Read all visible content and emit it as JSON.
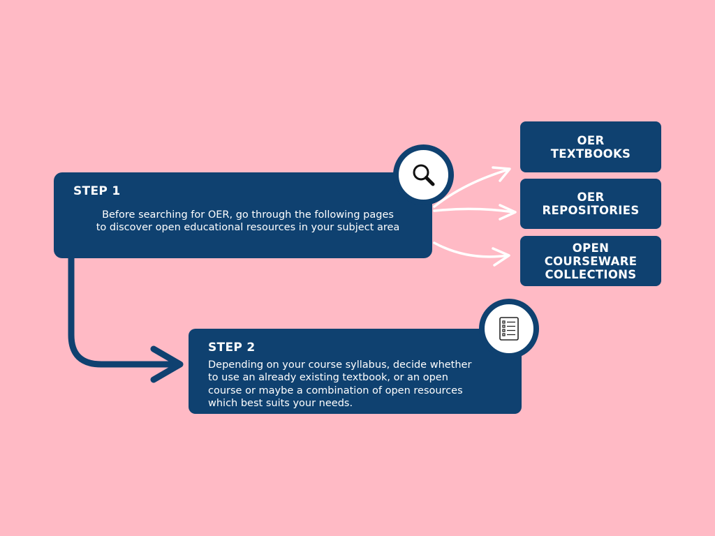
{
  "step1": {
    "title": "STEP 1",
    "text_lines": [
      "Before searching for OER, go through the following pages",
      "to discover open educational resources in your subject area"
    ],
    "icon": "search-icon"
  },
  "step2": {
    "title": "STEP 2",
    "text_lines": [
      "Depending on your course syllabus, decide whether",
      "to use an already existing textbook, or an open",
      "course or maybe a combination of open resources",
      "which best suits your needs."
    ],
    "icon": "checklist-icon"
  },
  "resources": [
    {
      "lines": [
        "OER",
        "TEXTBOOKS"
      ]
    },
    {
      "lines": [
        "OER",
        "REPOSITORIES"
      ]
    },
    {
      "lines": [
        "OPEN",
        "COURSEWARE",
        "COLLECTIONS"
      ]
    }
  ],
  "colors": {
    "background": "#FFBAC5",
    "box": "#0F4170",
    "text": "#FFFFFF",
    "arrow_white": "#FFFFFF"
  }
}
